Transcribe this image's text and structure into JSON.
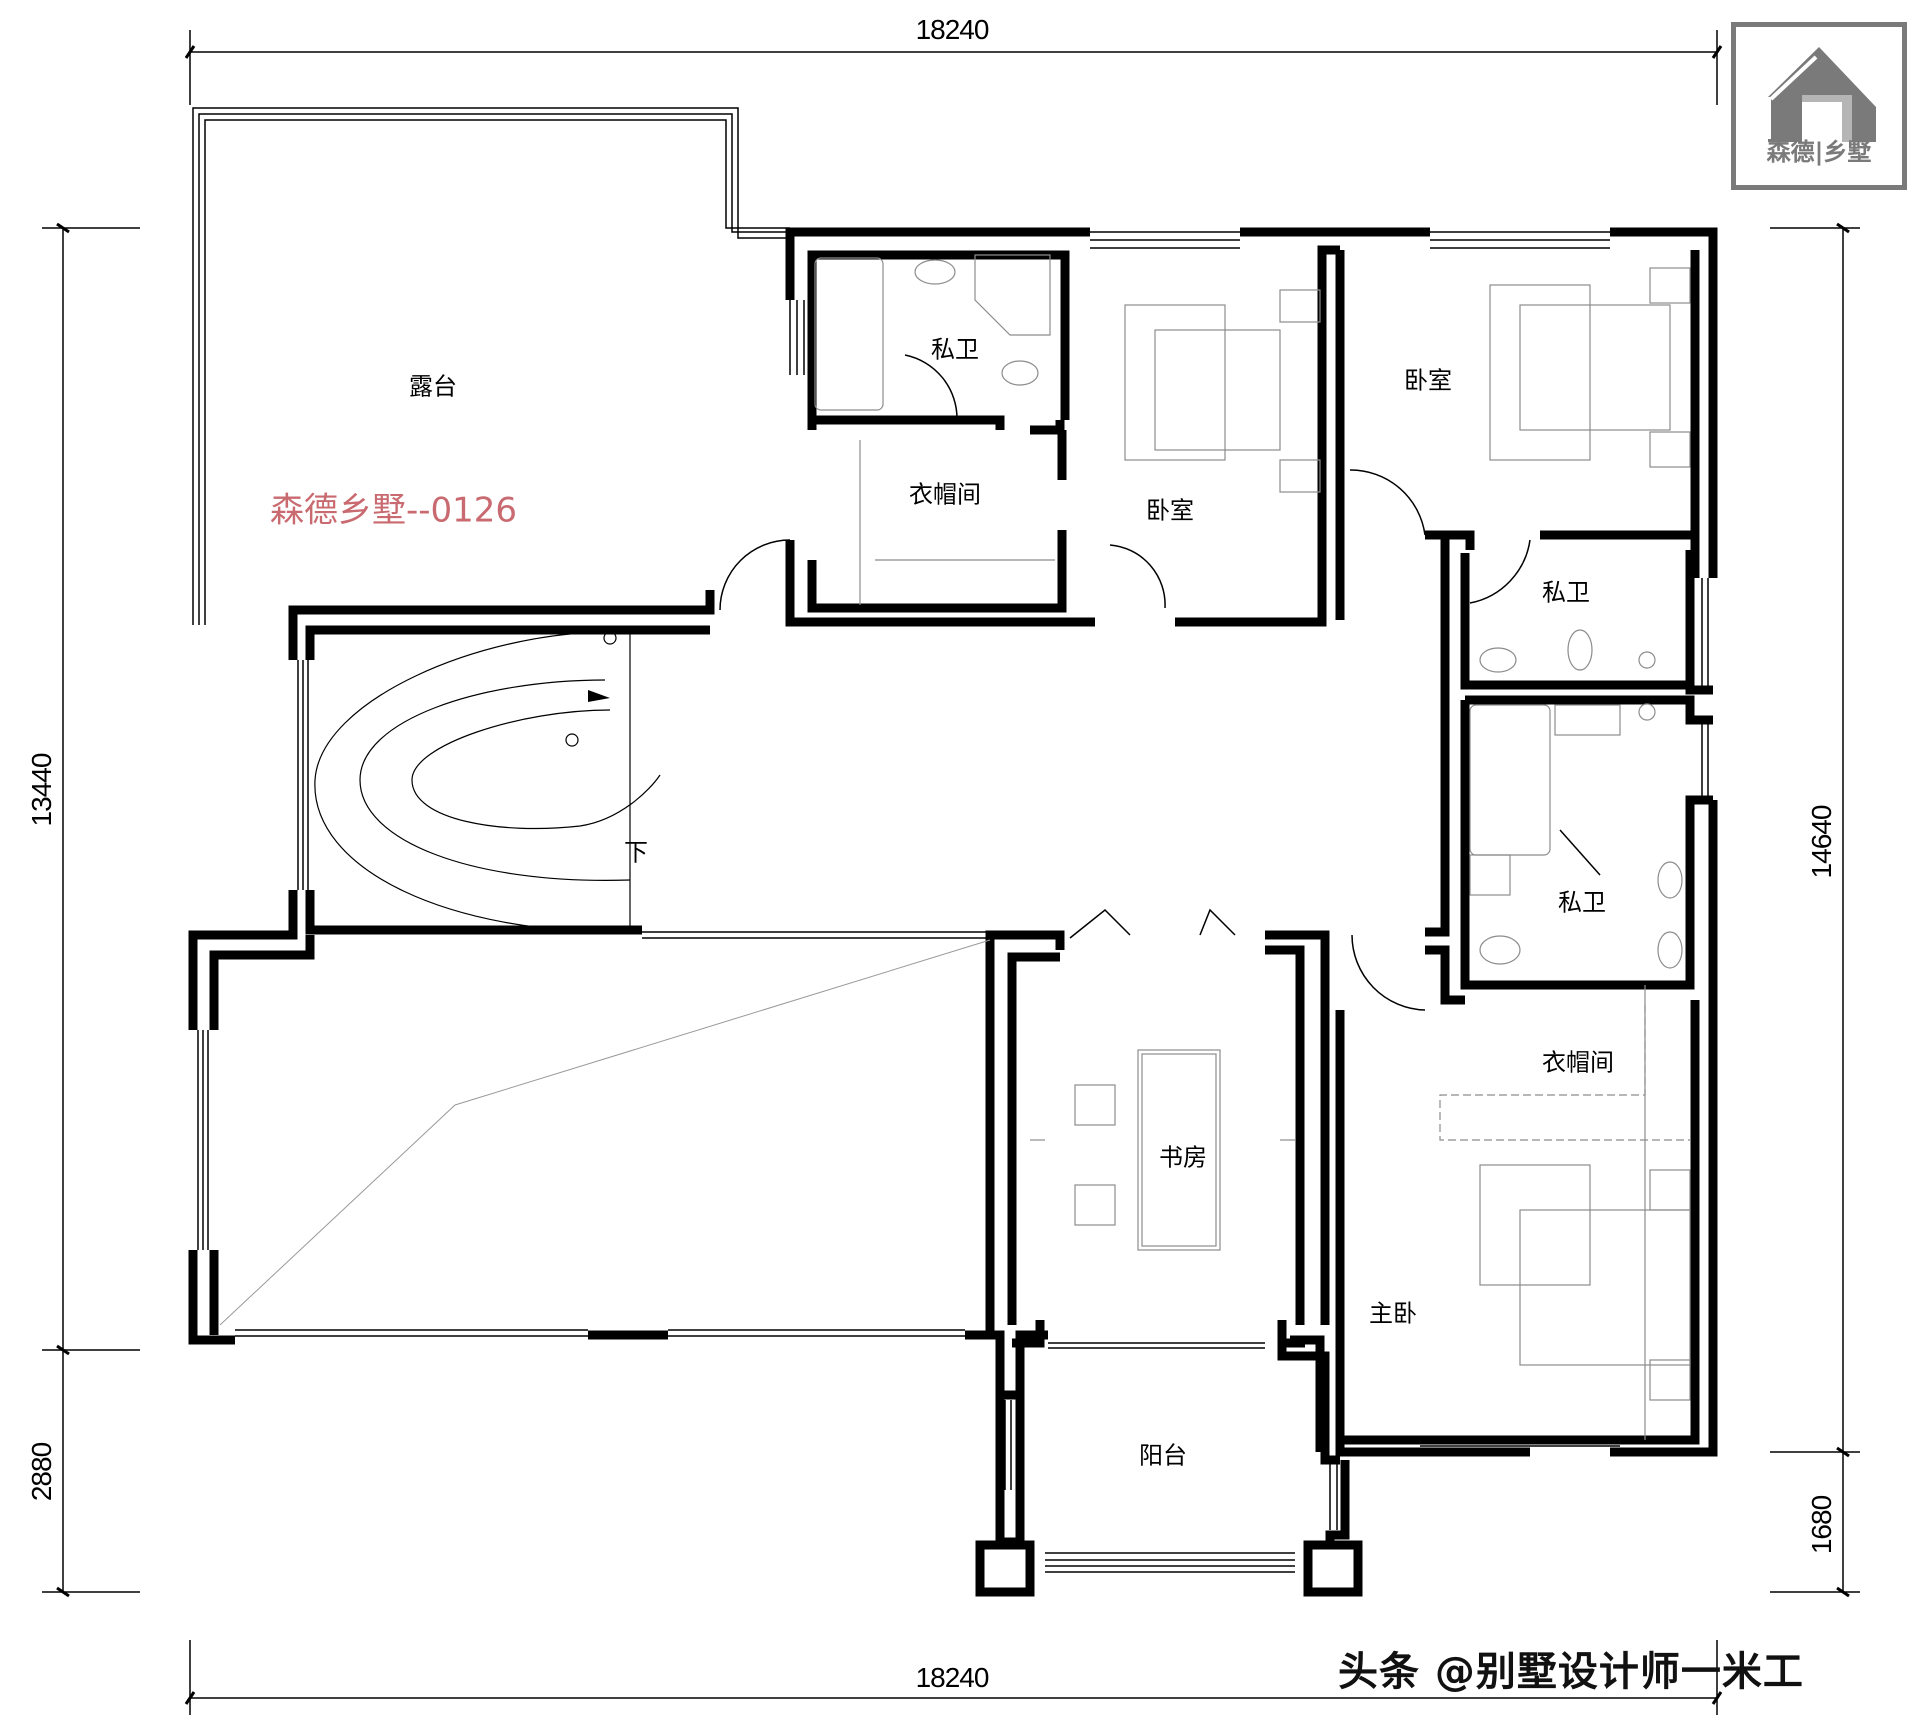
{
  "drawing": {
    "type": "floor-plan",
    "watermark_label": "森德乡墅--0126",
    "credit_label": "头条 @别墅设计师一米工",
    "logo": {
      "text": "森德|乡墅",
      "icon": "house-icon",
      "color": "#7a7a7a"
    },
    "colors": {
      "walls": "#000000",
      "fixtures": "#8c8c8c",
      "watermark": "#c86a6f"
    }
  },
  "dimensions": {
    "top_width": "18240",
    "bottom_width": "18240",
    "left_upper": "13440",
    "left_lower": "2880",
    "right_upper": "14640",
    "right_lower": "1680"
  },
  "rooms": [
    {
      "id": "terrace",
      "label": "露台"
    },
    {
      "id": "private-bath-1",
      "label": "私卫"
    },
    {
      "id": "walk-in-closet-1",
      "label": "衣帽间"
    },
    {
      "id": "bedroom-1",
      "label": "卧室"
    },
    {
      "id": "bedroom-2",
      "label": "卧室"
    },
    {
      "id": "private-bath-2",
      "label": "私卫"
    },
    {
      "id": "private-bath-3",
      "label": "私卫"
    },
    {
      "id": "stair-down",
      "label": "下"
    },
    {
      "id": "study",
      "label": "书房"
    },
    {
      "id": "walk-in-closet-2",
      "label": "衣帽间"
    },
    {
      "id": "master-bedroom",
      "label": "主卧"
    },
    {
      "id": "balcony",
      "label": "阳台"
    }
  ]
}
